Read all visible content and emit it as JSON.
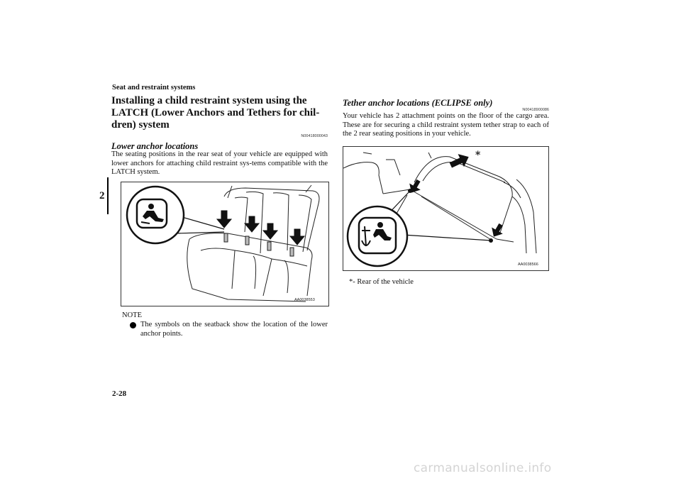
{
  "header": {
    "section_title": "Seat and restraint systems"
  },
  "side_tab": {
    "chapter_number": "2"
  },
  "left": {
    "heading": "Installing a child restraint system using the LATCH (Lower Anchors and Tethers for chil-dren) system",
    "heading_code": "N00418000043",
    "subheading": "Lower anchor locations",
    "paragraph": "The seating positions in the rear seat of your vehicle are equipped with lower anchors for attaching child restraint sys-tems compatible with the LATCH system.",
    "figure_id": "AA0038553",
    "note_label": "NOTE",
    "note_text": "The symbols on the seatback show the location of the lower anchor points."
  },
  "right": {
    "subheading": "Tether anchor locations (ECLIPSE only)",
    "subheading_code": "N00418900086",
    "paragraph": "Your vehicle has 2 attachment points on the floor of the cargo area. These are for securing a child restraint system tether strap to each of the 2 rear seating positions in your vehicle.",
    "figure_id": "AA0038566",
    "figure_asterisk": "*",
    "caption": "*- Rear of the vehicle"
  },
  "footer": {
    "page_number": "2-28"
  },
  "watermark": {
    "text": "carmanualsonline.info"
  }
}
